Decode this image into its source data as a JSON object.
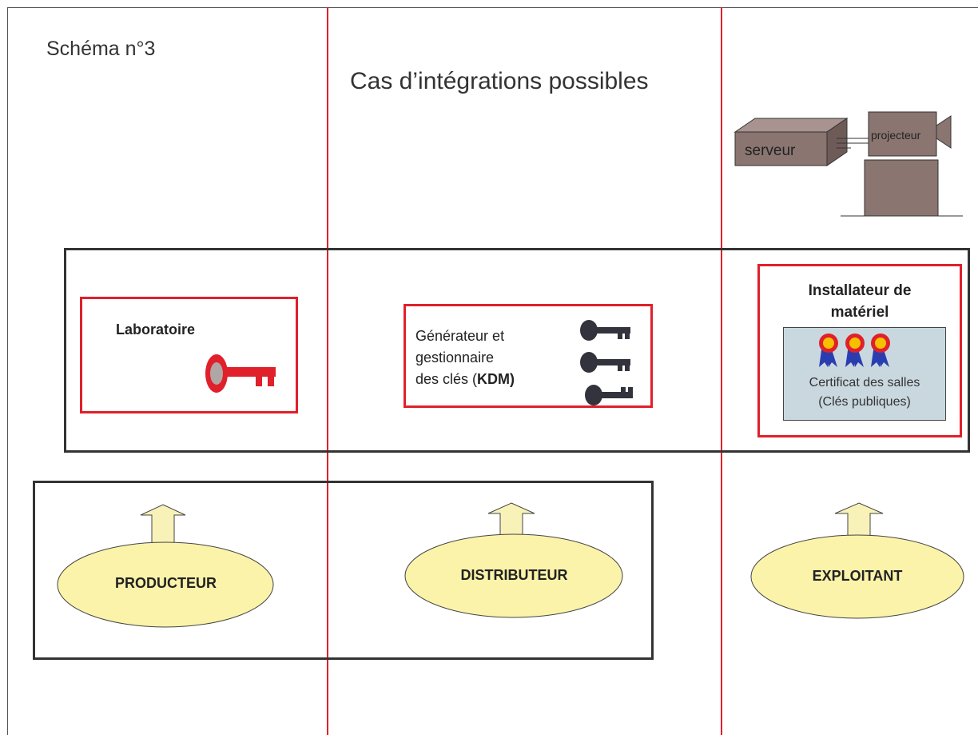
{
  "header": {
    "schema_label": "Schéma n°3",
    "title": "Cas d’intégrations possibles"
  },
  "equipment": {
    "server_label": "serveur",
    "projector_label": "projecteur"
  },
  "boxes": {
    "laboratoire": {
      "label": "Laboratoire"
    },
    "generateur": {
      "line1": "Générateur et",
      "line2": "gestionnaire",
      "line3_prefix": "des clés (",
      "line3_bold": "KDM",
      "line3_suffix": ")"
    },
    "installateur": {
      "title_line1": "Installateur de",
      "title_line2": "matériel",
      "cert_line1": "Certificat des salles",
      "cert_line2": "(Clés publiques)"
    }
  },
  "actors": {
    "producteur": "PRODUCTEUR",
    "distributeur": "DISTRIBUTEUR",
    "exploitant": "EXPLOITANT"
  },
  "colors": {
    "red": "#e0202a",
    "ellipse_fill": "#fbf3a9",
    "arrow_fill": "#f8f2b8",
    "equipment_fill": "#8a7571",
    "cert_fill": "#c9d8df",
    "dark_key": "#33333d"
  }
}
